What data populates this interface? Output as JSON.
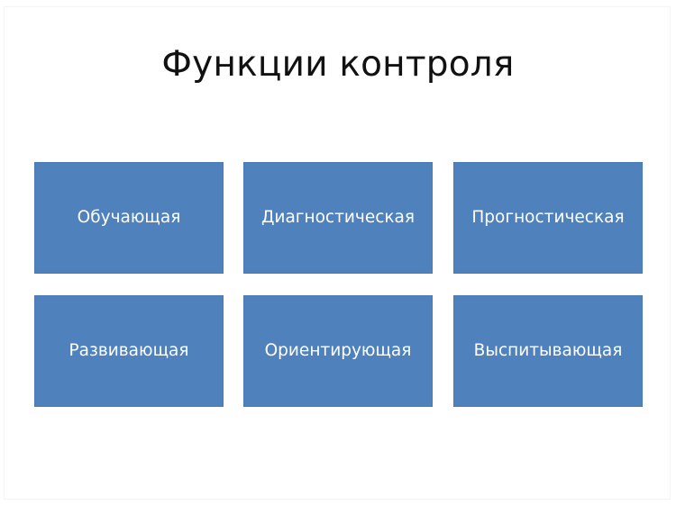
{
  "slide": {
    "title": "Функции контроля",
    "colors": {
      "background": "#ffffff",
      "title_text": "#111111",
      "box_fill": "#4F81BD",
      "box_text": "#ffffff"
    },
    "boxes": [
      {
        "label": "Обучающая"
      },
      {
        "label": "Диагностическая"
      },
      {
        "label": "Прогностическая"
      },
      {
        "label": "Развивающая"
      },
      {
        "label": "Ориентирующая"
      },
      {
        "label": "Выспитывающая"
      }
    ]
  }
}
